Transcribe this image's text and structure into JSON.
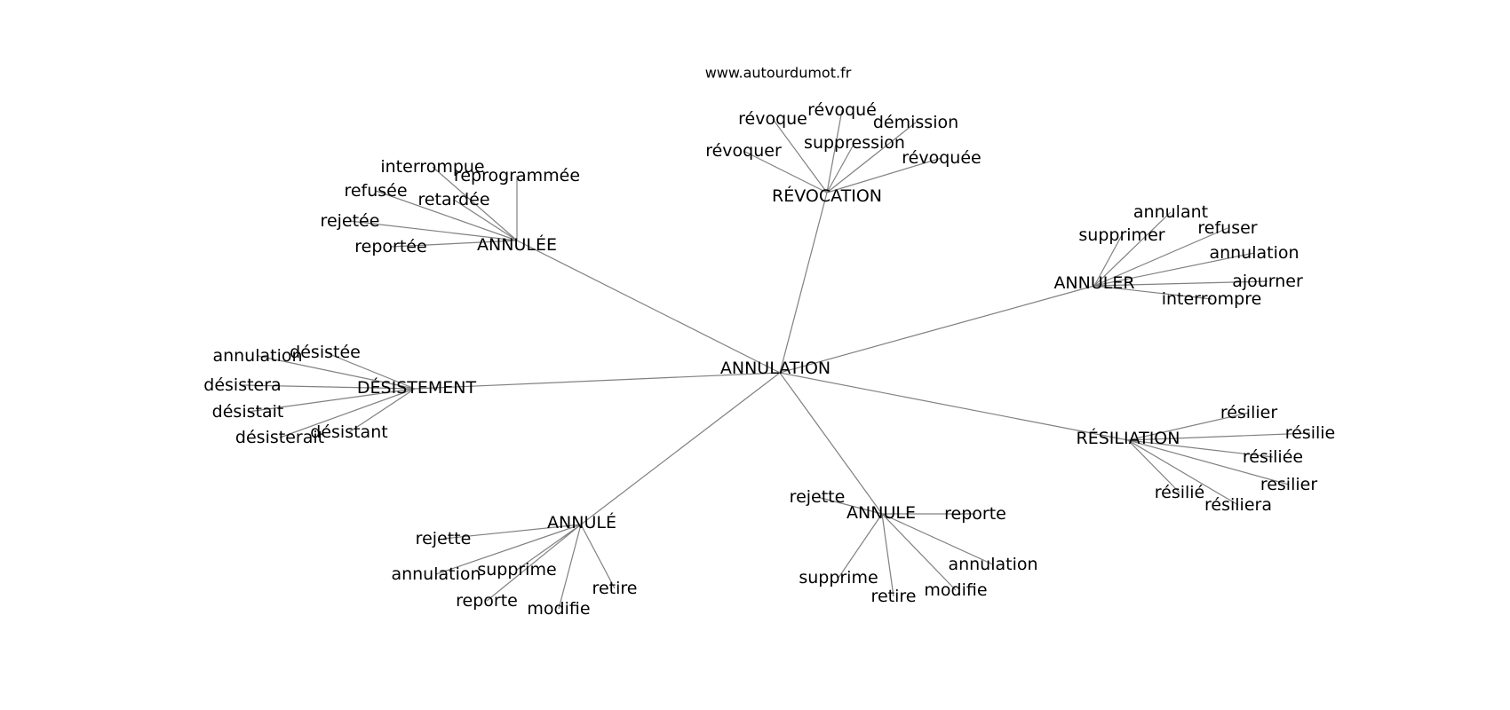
{
  "source": "www.autourdumot.fr",
  "center": "ANNULATION",
  "hubs": [
    {
      "label": "RÉVOCATION",
      "leaves": [
        "révoque",
        "révoqué",
        "démission",
        "suppression",
        "révoquer",
        "révoquée"
      ]
    },
    {
      "label": "ANNULÉE",
      "leaves": [
        "interrompue",
        "reprogrammée",
        "refusée",
        "retardée",
        "rejetée",
        "reportée"
      ]
    },
    {
      "label": "ANNULER",
      "leaves": [
        "annulant",
        "supprimer",
        "refuser",
        "annulation",
        "ajourner",
        "interrompre"
      ]
    },
    {
      "label": "DÉSISTEMENT",
      "leaves": [
        "annulation",
        "désistée",
        "désistera",
        "désistait",
        "désistant",
        "désisterait"
      ]
    },
    {
      "label": "RÉSILIATION",
      "leaves": [
        "résilier",
        "résilie",
        "résiliée",
        "resilier",
        "résilié",
        "résiliera"
      ]
    },
    {
      "label": "ANNULÉ",
      "leaves": [
        "rejette",
        "supprime",
        "annulation",
        "retire",
        "reporte",
        "modifie"
      ]
    },
    {
      "label": "ANNULE",
      "leaves": [
        "rejette",
        "reporte",
        "annulation",
        "supprime",
        "modifie",
        "retire"
      ]
    }
  ]
}
